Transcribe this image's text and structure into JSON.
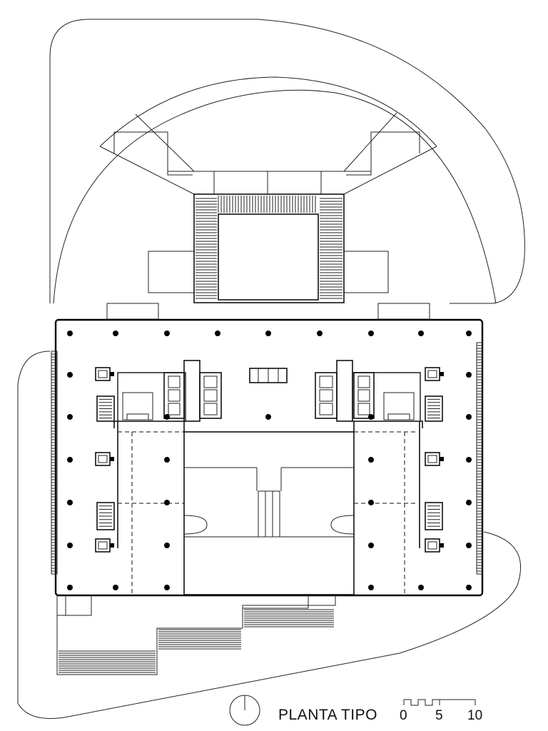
{
  "caption": {
    "title": "PLANTA TIPO"
  },
  "scale": {
    "labels": [
      "0",
      "5",
      "10"
    ]
  },
  "icons": {
    "north": "north-arrow-icon"
  }
}
